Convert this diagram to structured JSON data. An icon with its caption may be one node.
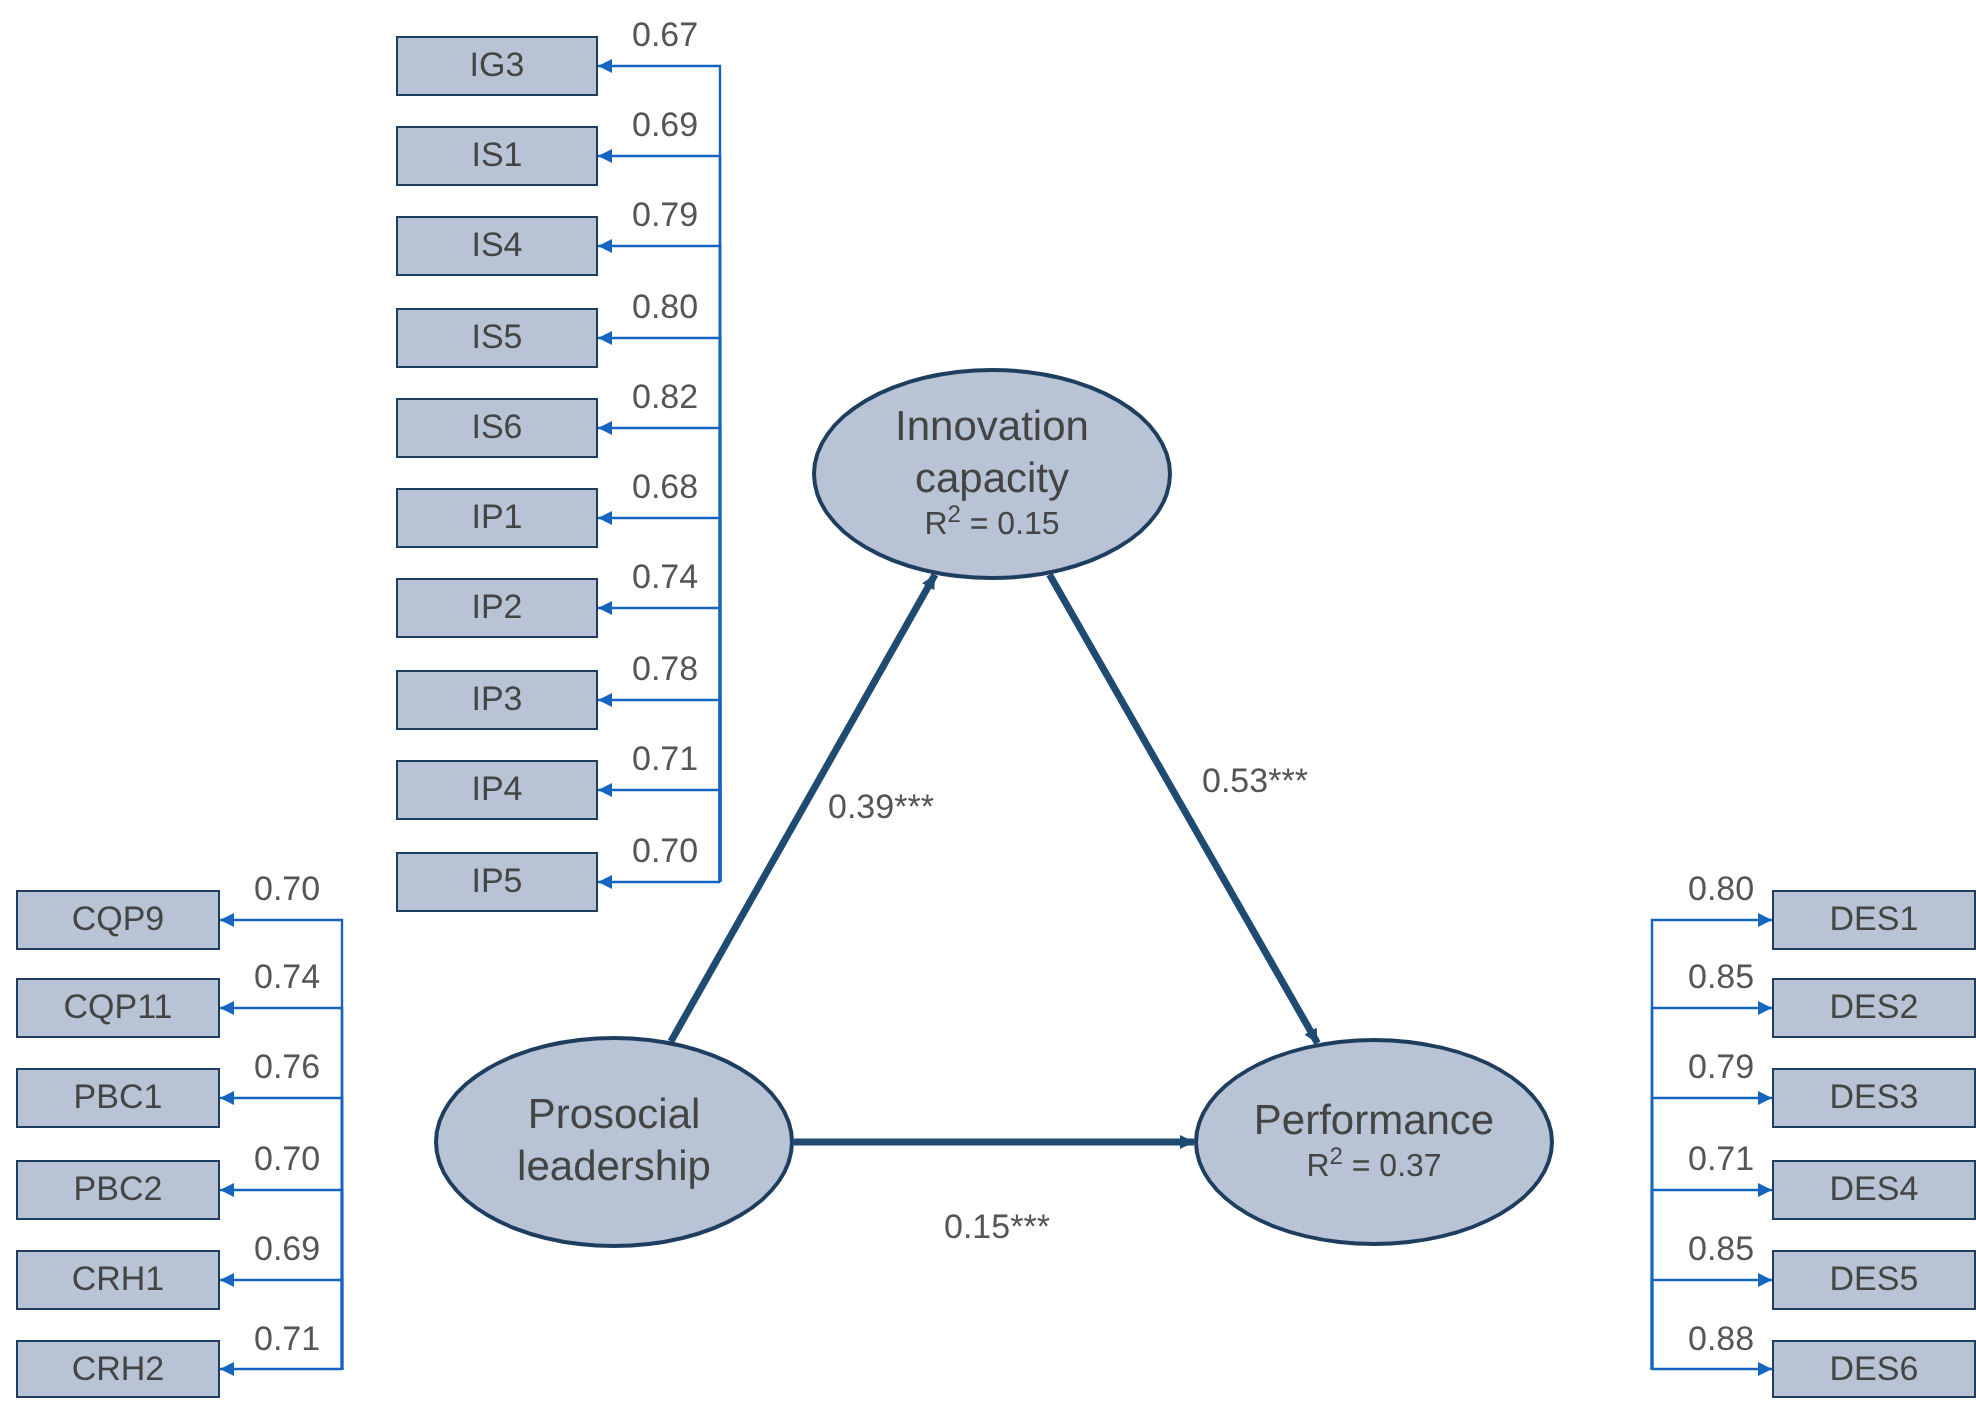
{
  "diagram": {
    "nodes": [
      {
        "text": [
          "Innovation capacity",
          "R$^{2}$ = 0.15"
        ]
      },
      {
        "text": [
          "Prosocial leadership"
        ]
      },
      {
        "text": [
          "Performance",
          "R$^{2}$ = 0.37"
        ]
      },
      {
        "text": [
          "IG3"
        ]
      },
      {
        "text": [
          "IS1"
        ]
      },
      {
        "text": [
          "IS4"
        ]
      },
      {
        "text": [
          "IS5"
        ]
      },
      {
        "text": [
          "IS6"
        ]
      },
      {
        "text": [
          "IP1"
        ]
      },
      {
        "text": [
          "IP2"
        ]
      },
      {
        "text": [
          "IP3"
        ]
      },
      {
        "text": [
          "IP4"
        ]
      },
      {
        "text": [
          "IP5"
        ]
      },
      {
        "text": [
          "CQP9"
        ]
      },
      {
        "text": [
          "CQP11"
        ]
      },
      {
        "text": [
          "PBC1"
        ]
      },
      {
        "text": [
          "PBC2"
        ]
      },
      {
        "text": [
          "CRH1"
        ]
      },
      {
        "text": [
          "CRH2"
        ]
      },
      {
        "text": [
          "DES1"
        ]
      },
      {
        "text": [
          "DES2"
        ]
      },
      {
        "text": [
          "DES3"
        ]
      },
      {
        "text": [
          "DES4"
        ]
      },
      {
        "text": [
          "DES5"
        ]
      },
      {
        "text": [
          "DES6"
        ]
      }
    ],
    "edges": [
      {
        "from": 1,
        "to": 0,
        "arrow": "to",
        "label": "0.39***",
        "style": "thick",
        "color": "#1f4a72"
      },
      {
        "from": 0,
        "to": 2,
        "arrow": "to",
        "label": "0.53***",
        "style": "thick",
        "color": "#1f4a72"
      },
      {
        "from": 1,
        "to": 2,
        "arrow": "to",
        "label": "0.15***",
        "style": "thick",
        "color": "#1f4a72"
      },
      {
        "from": null,
        "to": 3,
        "arrow": "to",
        "label": "0.67"
      },
      {
        "from": null,
        "to": 4,
        "arrow": "to",
        "label": "0.69"
      },
      {
        "from": null,
        "to": 5,
        "arrow": "to",
        "label": "0.79"
      },
      {
        "from": null,
        "to": 6,
        "arrow": "to",
        "label": "0.80"
      },
      {
        "from": null,
        "to": 7,
        "arrow": "to",
        "label": "0.82"
      },
      {
        "from": null,
        "to": 8,
        "arrow": "to",
        "label": "0.68"
      },
      {
        "from": null,
        "to": 9,
        "arrow": "to",
        "label": "0.74"
      },
      {
        "from": null,
        "to": 10,
        "arrow": "to",
        "label": "0.78"
      },
      {
        "from": null,
        "to": 11,
        "arrow": "to",
        "label": "0.71"
      },
      {
        "from": null,
        "to": 12,
        "arrow": "to",
        "label": "0.70"
      },
      {
        "from": null,
        "to": 13,
        "arrow": "to",
        "label": "0.70"
      },
      {
        "from": null,
        "to": 14,
        "arrow": "to",
        "label": "0.74"
      },
      {
        "from": null,
        "to": 15,
        "arrow": "to",
        "label": "0.76"
      },
      {
        "from": null,
        "to": 16,
        "arrow": "to",
        "label": "0.70"
      },
      {
        "from": null,
        "to": 17,
        "arrow": "to",
        "label": "0.69"
      },
      {
        "from": null,
        "to": 18,
        "arrow": "to",
        "label": "0.71"
      },
      {
        "from": null,
        "to": 19,
        "arrow": "to",
        "label": "0.80"
      },
      {
        "from": null,
        "to": 20,
        "arrow": "to",
        "label": "0.85"
      },
      {
        "from": null,
        "to": 21,
        "arrow": "to",
        "label": "0.79"
      },
      {
        "from": null,
        "to": 22,
        "arrow": "to",
        "label": "0.71"
      },
      {
        "from": null,
        "to": 23,
        "arrow": "to",
        "label": "0.85"
      },
      {
        "from": null,
        "to": 24,
        "arrow": "to",
        "label": "0.88"
      }
    ]
  }
}
